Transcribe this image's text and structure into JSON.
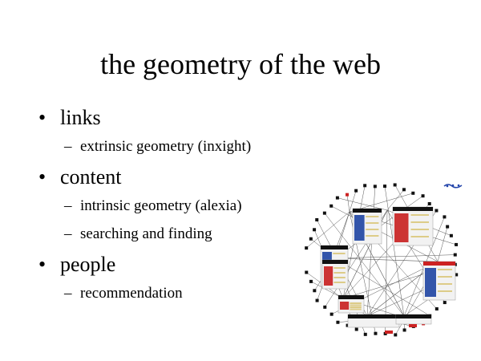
{
  "slide": {
    "title": "the geometry of the web",
    "bullet_glyph": "•",
    "dash_glyph": "–",
    "bullets": [
      {
        "text": "links",
        "subs": [
          "extrinsic geometry (inxight)"
        ]
      },
      {
        "text": "content",
        "subs": [
          "intrinsic geometry (alexia)",
          "searching and finding"
        ]
      },
      {
        "text": "people",
        "subs": [
          "recommendation"
        ]
      }
    ]
  },
  "figure": {
    "name": "hyperbolic-link-graph",
    "node_color": "#111111",
    "highlight_color": "#cc2222",
    "link_color": "#555555",
    "label_bg": "#111111",
    "panel_colors": [
      "#3355aa",
      "#cc3333",
      "#ddcc88",
      "#f2f2f2"
    ]
  }
}
